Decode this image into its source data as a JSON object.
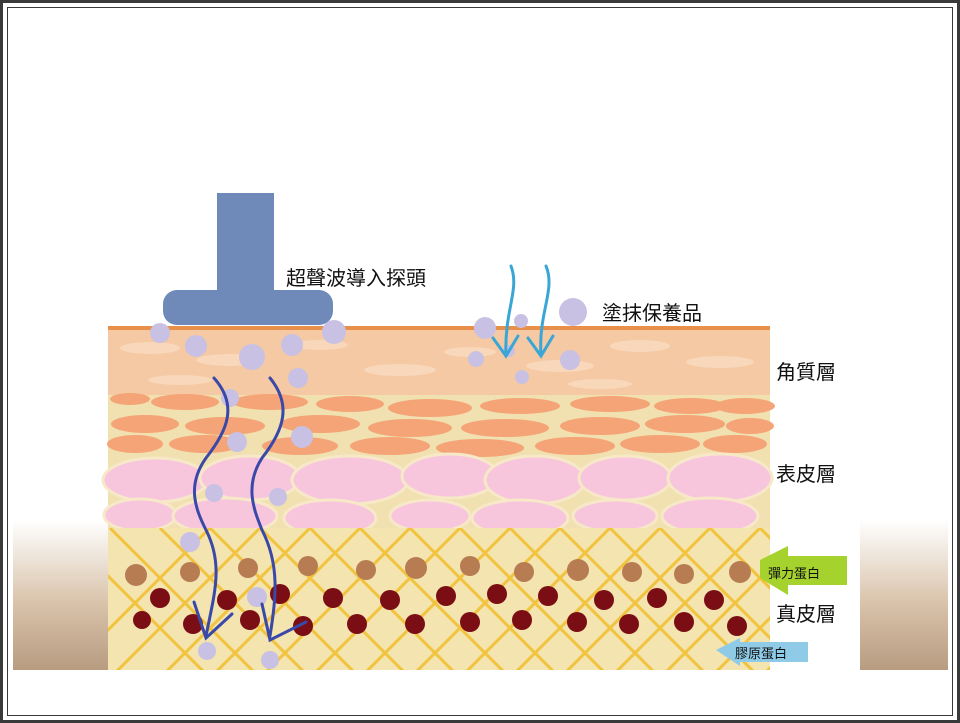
{
  "labels": {
    "probe": "超聲波導入探頭",
    "skincare": "塗抹保養品",
    "stratum_corneum": "角質層",
    "epidermis": "表皮層",
    "dermis": "真皮層",
    "elastin": "彈力蛋白",
    "collagen": "膠原蛋白"
  },
  "colors": {
    "probe": "#6f8ab8",
    "skin_surface": "#e8904a",
    "stratum_corneum": "#f5c9a4",
    "epidermis_cells": "#f4a476",
    "epidermis_bg": "#f1e0b0",
    "pink_cells": "#f8c6dc",
    "dermis_bg": "#f3e4b0",
    "fiber_lines": "#f2c33e",
    "elastin_dots": "#b77c52",
    "collagen_dots": "#7a0e14",
    "particles": "#c9c1e3",
    "probe_arrows": "#3a48a8",
    "skincare_arrows": "#3aa6d6",
    "elastin_arrow": "#a6d22e",
    "collagen_arrow": "#8fcbe6"
  }
}
